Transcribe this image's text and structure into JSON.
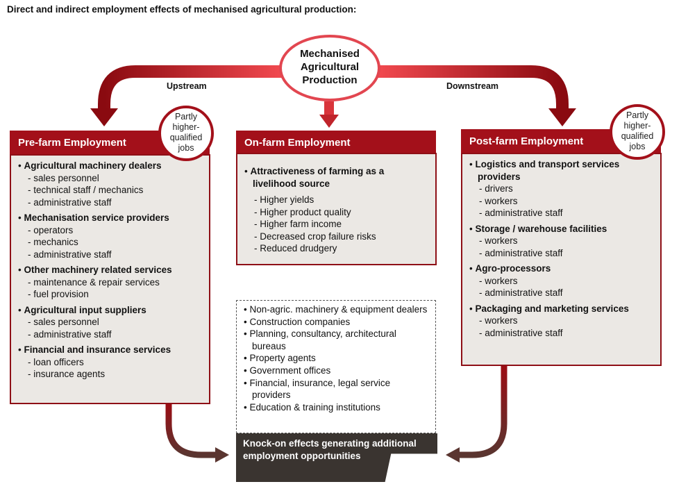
{
  "title": "Direct and indirect employment effects of mechanised agricultural production:",
  "center": {
    "line1": "Mechanised",
    "line2": "Agricultural",
    "line3": "Production"
  },
  "labels": {
    "upstream": "Upstream",
    "downstream": "Downstream"
  },
  "badge": {
    "l1": "Partly",
    "l2": "higher-",
    "l3": "qualified",
    "l4": "jobs"
  },
  "prefarm": {
    "title": "Pre-farm Employment",
    "groups": [
      {
        "h": "Agricultural machinery dealers",
        "items": [
          "sales personnel",
          "technical staff / mechanics",
          "administrative staff"
        ]
      },
      {
        "h": "Mechanisation service providers",
        "items": [
          "operators",
          "mechanics",
          "administrative staff"
        ]
      },
      {
        "h": "Other machinery related services",
        "items": [
          "maintenance & repair services",
          "fuel provision"
        ]
      },
      {
        "h": "Agricultural input suppliers",
        "items": [
          "sales personnel",
          "administrative staff"
        ]
      },
      {
        "h": "Financial and insurance services",
        "items": [
          "loan officers",
          "insurance agents"
        ]
      }
    ]
  },
  "onfarm": {
    "title": "On-farm Employment",
    "groups": [
      {
        "h": "Attractiveness of farming as a livelihood source",
        "items": [
          "Higher yields",
          "Higher product quality",
          "Higher farm income",
          "Decreased crop failure risks",
          "Reduced drudgery"
        ]
      }
    ]
  },
  "postfarm": {
    "title": "Post-farm Employment",
    "groups": [
      {
        "h": "Logistics and transport services providers",
        "items": [
          "drivers",
          "workers",
          "administrative staff"
        ]
      },
      {
        "h": "Storage / warehouse facilities",
        "items": [
          "workers",
          "administrative staff"
        ]
      },
      {
        "h": "Agro-processors",
        "items": [
          "workers",
          "administrative staff"
        ]
      },
      {
        "h": "Packaging and marketing services",
        "items": [
          "workers",
          "administrative staff"
        ]
      }
    ]
  },
  "knockon": {
    "items": [
      "Non-agric. machinery & equipment dealers",
      "Construction companies",
      "Planning, consultancy, architectural bureaus",
      "Property agents",
      "Government offices",
      "Financial, insurance, legal service providers",
      "Education & training institutions"
    ],
    "title": "Knock-on effects generating additional  employment opportunities"
  },
  "colors": {
    "dark_red": "#a3101a",
    "bright_red": "#f0474f",
    "box_bg": "#ebe8e4",
    "dark": "#3a3430"
  }
}
